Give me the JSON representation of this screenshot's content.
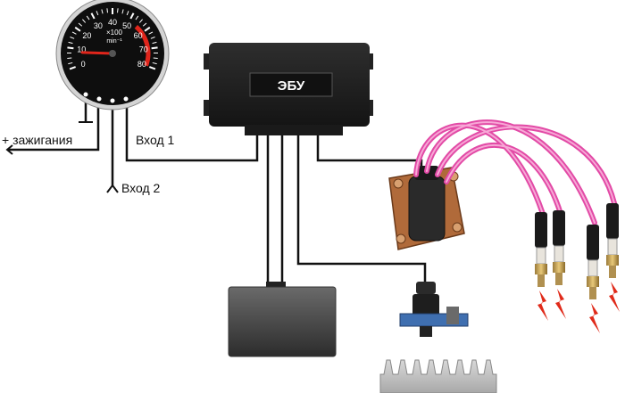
{
  "tachometer": {
    "scale_labels": [
      "0",
      "10",
      "20",
      "30",
      "40",
      "50",
      "60",
      "70",
      "80"
    ],
    "unit_multiplier": "×100",
    "unit": "min⁻¹",
    "needle_value": 8,
    "red_zone_start": 55,
    "max_value": 80
  },
  "ecu": {
    "label": "ЭБУ"
  },
  "terminals": {
    "ignition_label": "+ зажигания",
    "input1_label": "Вход 1",
    "input2_label": "Вход 2"
  },
  "colors": {
    "wire": "#111111",
    "spark_plug_lead": "#e24aa6",
    "gauge_red_zone": "#e0251b",
    "spark": "#e02a1a",
    "ecu_body": "#1c1c1c",
    "battery": "#3a3a3a"
  }
}
